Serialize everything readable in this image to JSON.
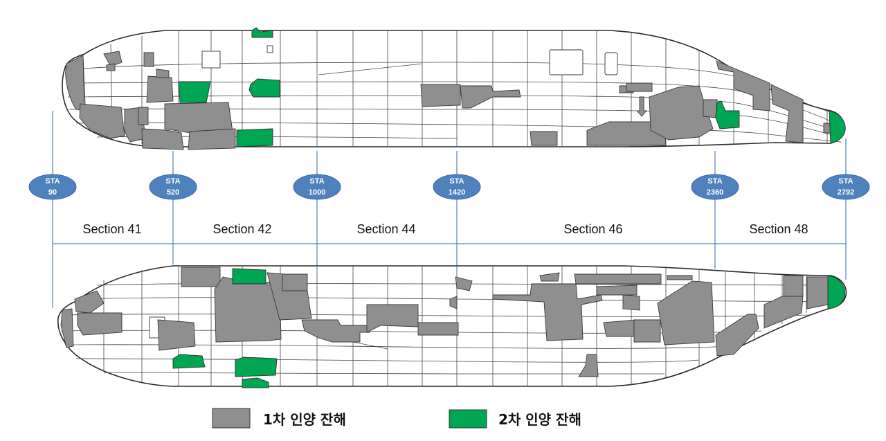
{
  "colors": {
    "debris_first": "#8f8f8f",
    "debris_second": "#00a651",
    "station_marker": "#4f81bd",
    "hull_outline": "#2a2a2a"
  },
  "stations": [
    {
      "line1": "STA",
      "line2": "90"
    },
    {
      "line1": "STA",
      "line2": "520"
    },
    {
      "line1": "STA",
      "line2": "1000"
    },
    {
      "line1": "STA",
      "line2": "1420"
    },
    {
      "line1": "STA",
      "line2": "2360"
    },
    {
      "line1": "STA",
      "line2": "2792"
    }
  ],
  "sections": [
    "Section 41",
    "Section 42",
    "Section 44",
    "Section 46",
    "Section 48"
  ],
  "legend": {
    "first": "1차 인양 잔해",
    "second": "2차 인양 잔해"
  }
}
